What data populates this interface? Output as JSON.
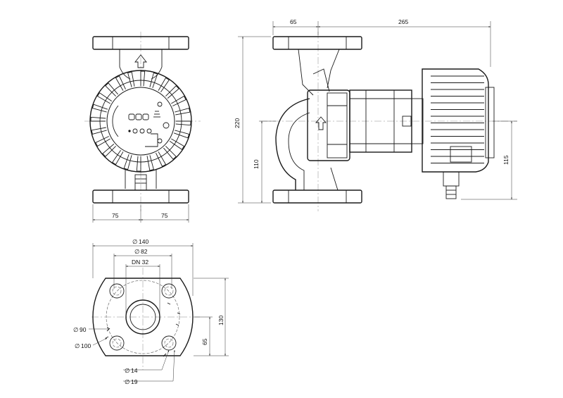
{
  "drawing": {
    "dimensions": {
      "front_width_left": "75",
      "front_width_right": "75",
      "side_flange_offset": "65",
      "side_motor_length": "265",
      "overall_height": "220",
      "inlet_height": "110",
      "motor_axis_height": "115",
      "flange_outer_diameter": "140",
      "flange_bore_diameter": "82",
      "nominal_diameter": "DN 32",
      "bolt_circle_small": "90",
      "bolt_circle_large": "100",
      "flange_height": "130",
      "flange_half_height": "65",
      "bolt_hole_small": "14",
      "bolt_hole_large": "19"
    },
    "symbols": {
      "diameter": "∅"
    },
    "colors": {
      "line": "#1a1a1a",
      "background": "#ffffff"
    }
  }
}
